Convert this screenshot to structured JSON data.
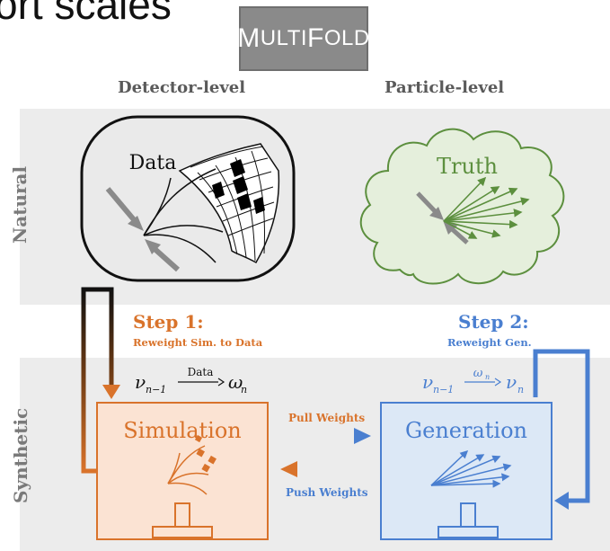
{
  "heading_fragment": "ort scales",
  "badge": {
    "first_big": "M",
    "first_rest": "ULTI",
    "second_big": "F",
    "second_rest": "OLD"
  },
  "columns": {
    "left": "Detector-level",
    "right": "Particle-level"
  },
  "rows": {
    "top": "Natural",
    "bottom": "Synthetic"
  },
  "nodes": {
    "data": "Data",
    "truth": "Truth",
    "simulation": "Simulation",
    "generation": "Generation"
  },
  "steps": {
    "step1": {
      "title": "Step 1:",
      "subtitle": "Reweight Sim. to Data",
      "formula_lhs": "ν",
      "formula_lhs_sub": "n−1",
      "formula_over": "Data",
      "formula_rhs": "ω",
      "formula_rhs_sub": "n"
    },
    "step2": {
      "title": "Step 2:",
      "subtitle": "Reweight Gen.",
      "formula_lhs": "ν",
      "formula_lhs_sub": "n−1",
      "formula_over": "ω",
      "formula_over_sub": "n",
      "formula_rhs": "ν",
      "formula_rhs_sub": "n"
    }
  },
  "arrows": {
    "pull": "Pull Weights",
    "push": "Push Weights"
  },
  "colors": {
    "orange": "#d9732b",
    "orange_fill": "#fbe3d3",
    "blue": "#4a7fd0",
    "blue_fill": "#dce8f6",
    "green": "#5c8f3e",
    "green_fill": "#e5efdc",
    "band": "#ececec"
  }
}
